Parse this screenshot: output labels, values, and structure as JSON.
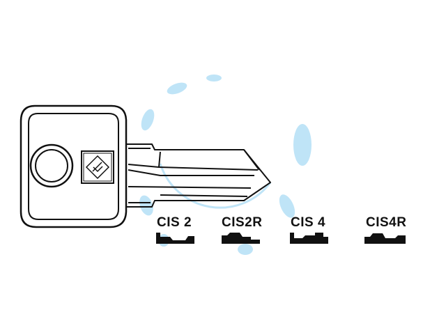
{
  "profiles": [
    {
      "label": "CIS 2",
      "shape": "cis2"
    },
    {
      "label": "CIS2R",
      "shape": "cis2r"
    },
    {
      "label": "CIS 4",
      "shape": "cis4"
    },
    {
      "label": "CIS4R",
      "shape": "cis4r"
    }
  ],
  "colors": {
    "outline": "#111111",
    "watermark": "#bfe4f7",
    "background": "#ffffff"
  },
  "icons": [
    "key-blank",
    "maker-logo",
    "watermark-logo"
  ]
}
